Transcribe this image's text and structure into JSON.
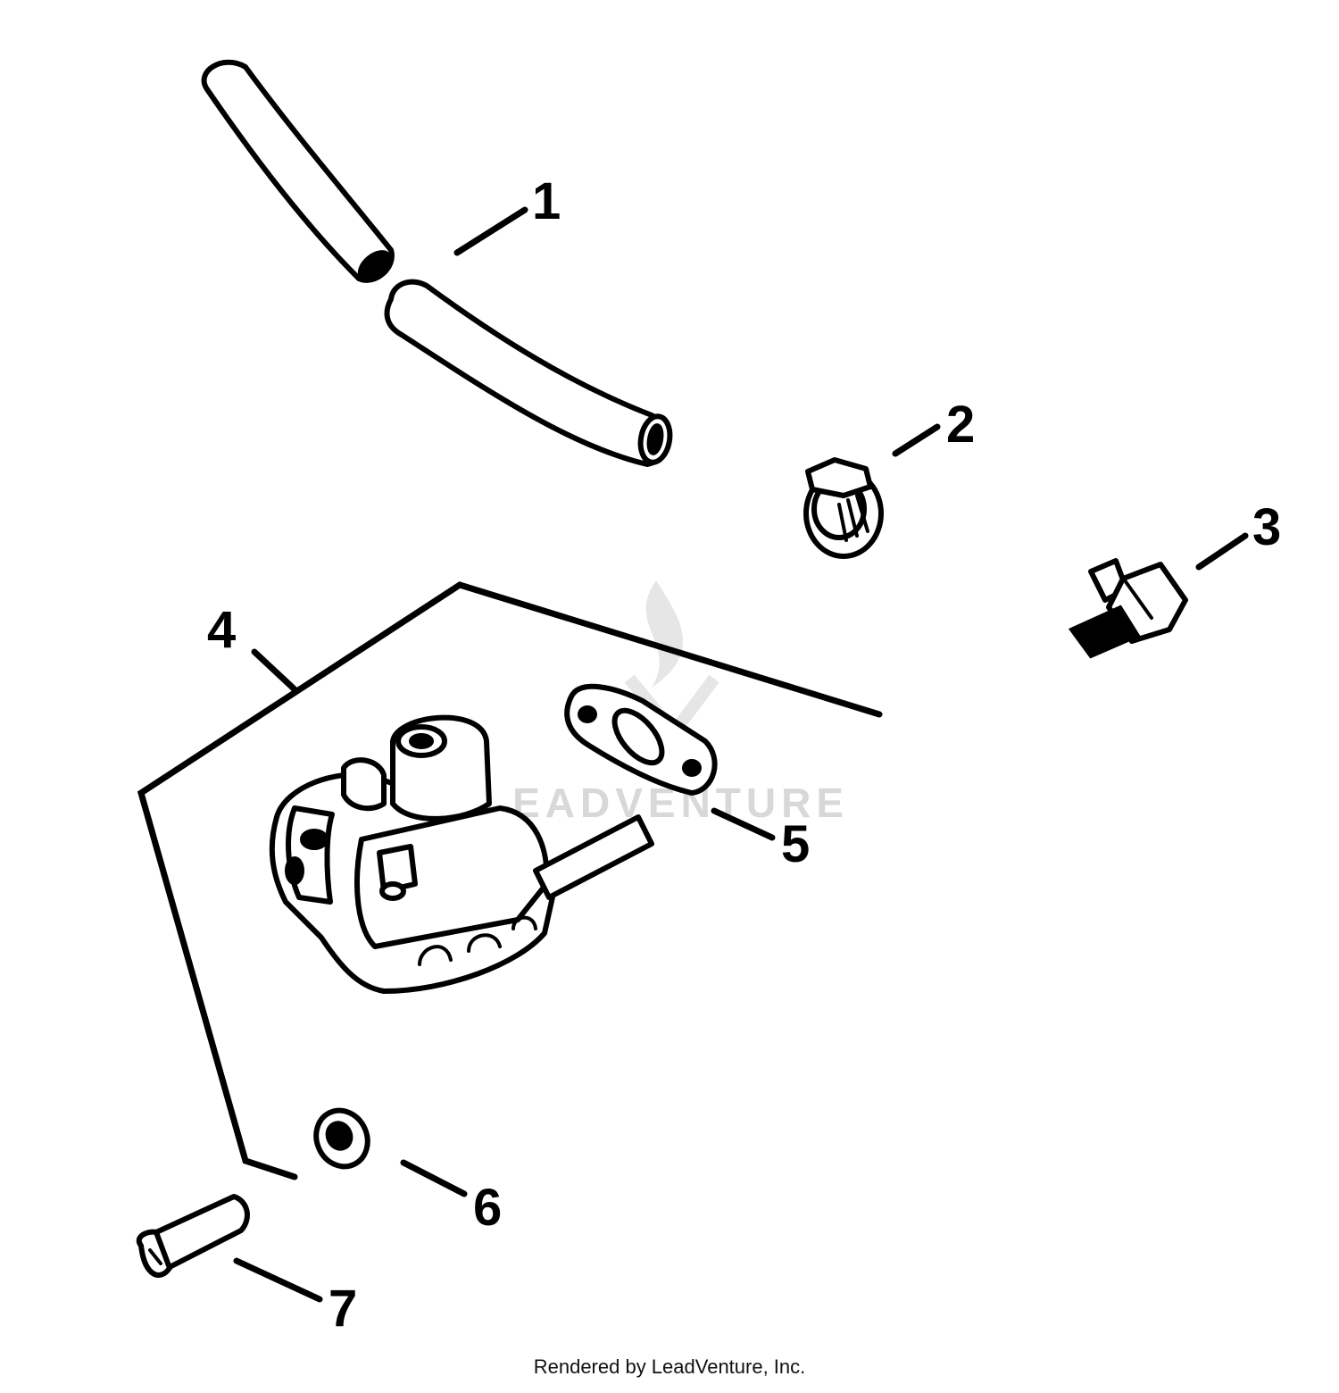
{
  "callouts": [
    {
      "id": "1",
      "label": "1"
    },
    {
      "id": "2",
      "label": "2"
    },
    {
      "id": "3",
      "label": "3"
    },
    {
      "id": "4",
      "label": "4"
    },
    {
      "id": "5",
      "label": "5"
    },
    {
      "id": "6",
      "label": "6"
    },
    {
      "id": "7",
      "label": "7"
    }
  ],
  "watermark": "LEADVENTURE",
  "footer": {
    "credit": "Rendered by LeadVenture, Inc."
  }
}
